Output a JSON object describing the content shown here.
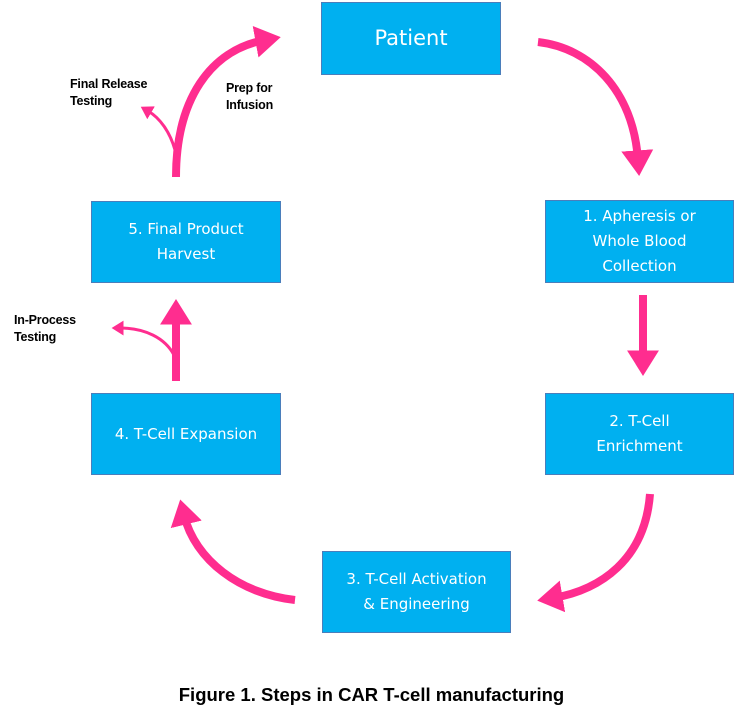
{
  "diagram": {
    "title": "Steps in CAR T-cell manufacturing",
    "nodes": [
      {
        "id": "patient",
        "label": "Patient"
      },
      {
        "id": "step1",
        "label": "1. Apheresis or\nWhole Blood\nCollection"
      },
      {
        "id": "step2",
        "label": "2. T-Cell\nEnrichment"
      },
      {
        "id": "step3",
        "label": "3. T-Cell Activation\n& Engineering"
      },
      {
        "id": "step4",
        "label": "4. T-Cell Expansion"
      },
      {
        "id": "step5",
        "label": "5. Final Product\nHarvest"
      }
    ],
    "edges": [
      {
        "from": "patient",
        "to": "step1"
      },
      {
        "from": "step1",
        "to": "step2"
      },
      {
        "from": "step2",
        "to": "step3"
      },
      {
        "from": "step3",
        "to": "step4"
      },
      {
        "from": "step4",
        "to": "step5"
      },
      {
        "from": "step5",
        "to": "patient",
        "label": "Prep for\nInfusion"
      }
    ],
    "side_branches": [
      {
        "from": "step4-to-step5",
        "label": "In-Process\nTesting"
      },
      {
        "from": "step5-to-patient",
        "label": "Final Release\nTesting"
      }
    ],
    "caption": "Figure 1. Steps in CAR T-cell manufacturing"
  },
  "colors": {
    "box_fill": "#00b0f0",
    "box_border": "#4a7ebb",
    "box_text": "#ffffff",
    "arrow": "#ff2d8f",
    "label_text": "#000000"
  }
}
